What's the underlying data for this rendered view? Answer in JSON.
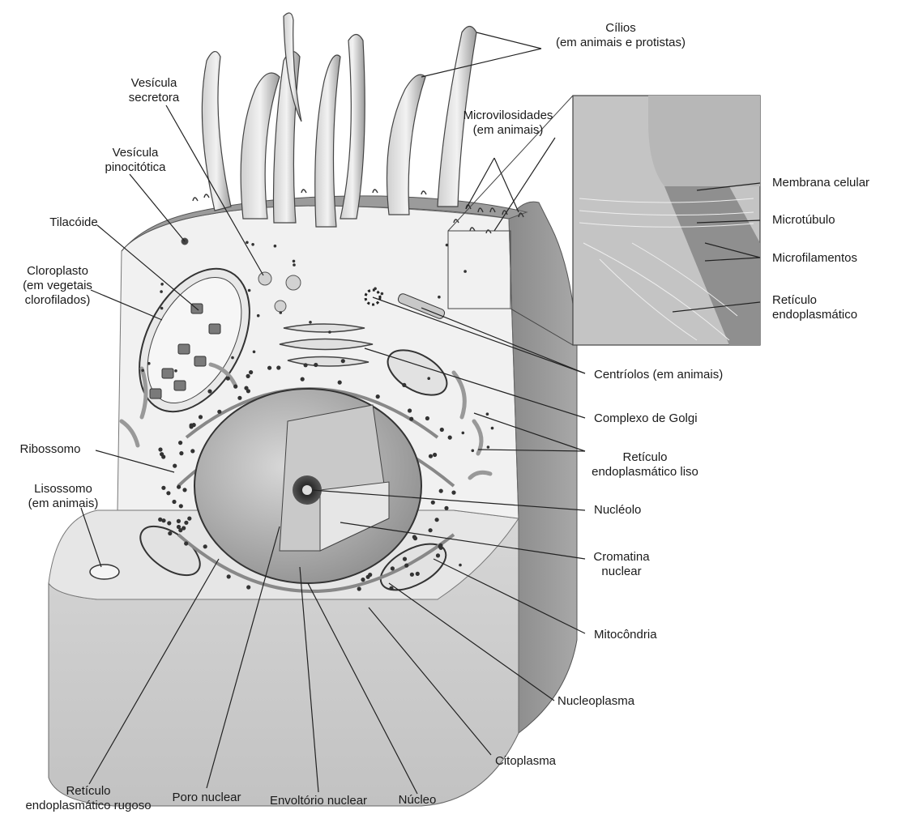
{
  "labels": {
    "cilios": [
      "Cílios",
      "(em animais e protistas)"
    ],
    "vesicula_secretora": [
      "Vesícula",
      "secretora"
    ],
    "microvilosidades": [
      "Microvilosidades",
      "(em animais)"
    ],
    "vesicula_pinocitotica": [
      "Vesícula",
      "pinocitótica"
    ],
    "membrana_celular": [
      "Membrana celular"
    ],
    "tilacoide": [
      "Tilacóide"
    ],
    "microtubulo": [
      "Microtúbulo"
    ],
    "cloroplasto": [
      "Cloroplasto",
      "(em vegetais",
      "clorofilados)"
    ],
    "microfilamentos": [
      "Microfilamentos"
    ],
    "reticulo_endoplasmatico": [
      "Retículo",
      "endoplasmático"
    ],
    "centriolos": [
      "Centríolos (em animais)"
    ],
    "complexo_golgi": [
      "Complexo de Golgi"
    ],
    "ribossomo": [
      "Ribossomo"
    ],
    "reticulo_liso": [
      "Retículo",
      "endoplasmático liso"
    ],
    "lisossomo": [
      "Lisossomo",
      "(em animais)"
    ],
    "nucleolo": [
      "Nucléolo"
    ],
    "cromatina": [
      "Cromatina",
      "nuclear"
    ],
    "mitocondria": [
      "Mitocôndria"
    ],
    "nucleoplasma": [
      "Nucleoplasma"
    ],
    "citoplasma": [
      "Citoplasma"
    ],
    "reticulo_rugoso": [
      "Retículo",
      "endoplasmático rugoso"
    ],
    "poro_nuclear": [
      "Poro nuclear"
    ],
    "envoltorio_nuclear": [
      "Envoltório nuclear"
    ],
    "nucleo": [
      "Núcleo"
    ]
  }
}
